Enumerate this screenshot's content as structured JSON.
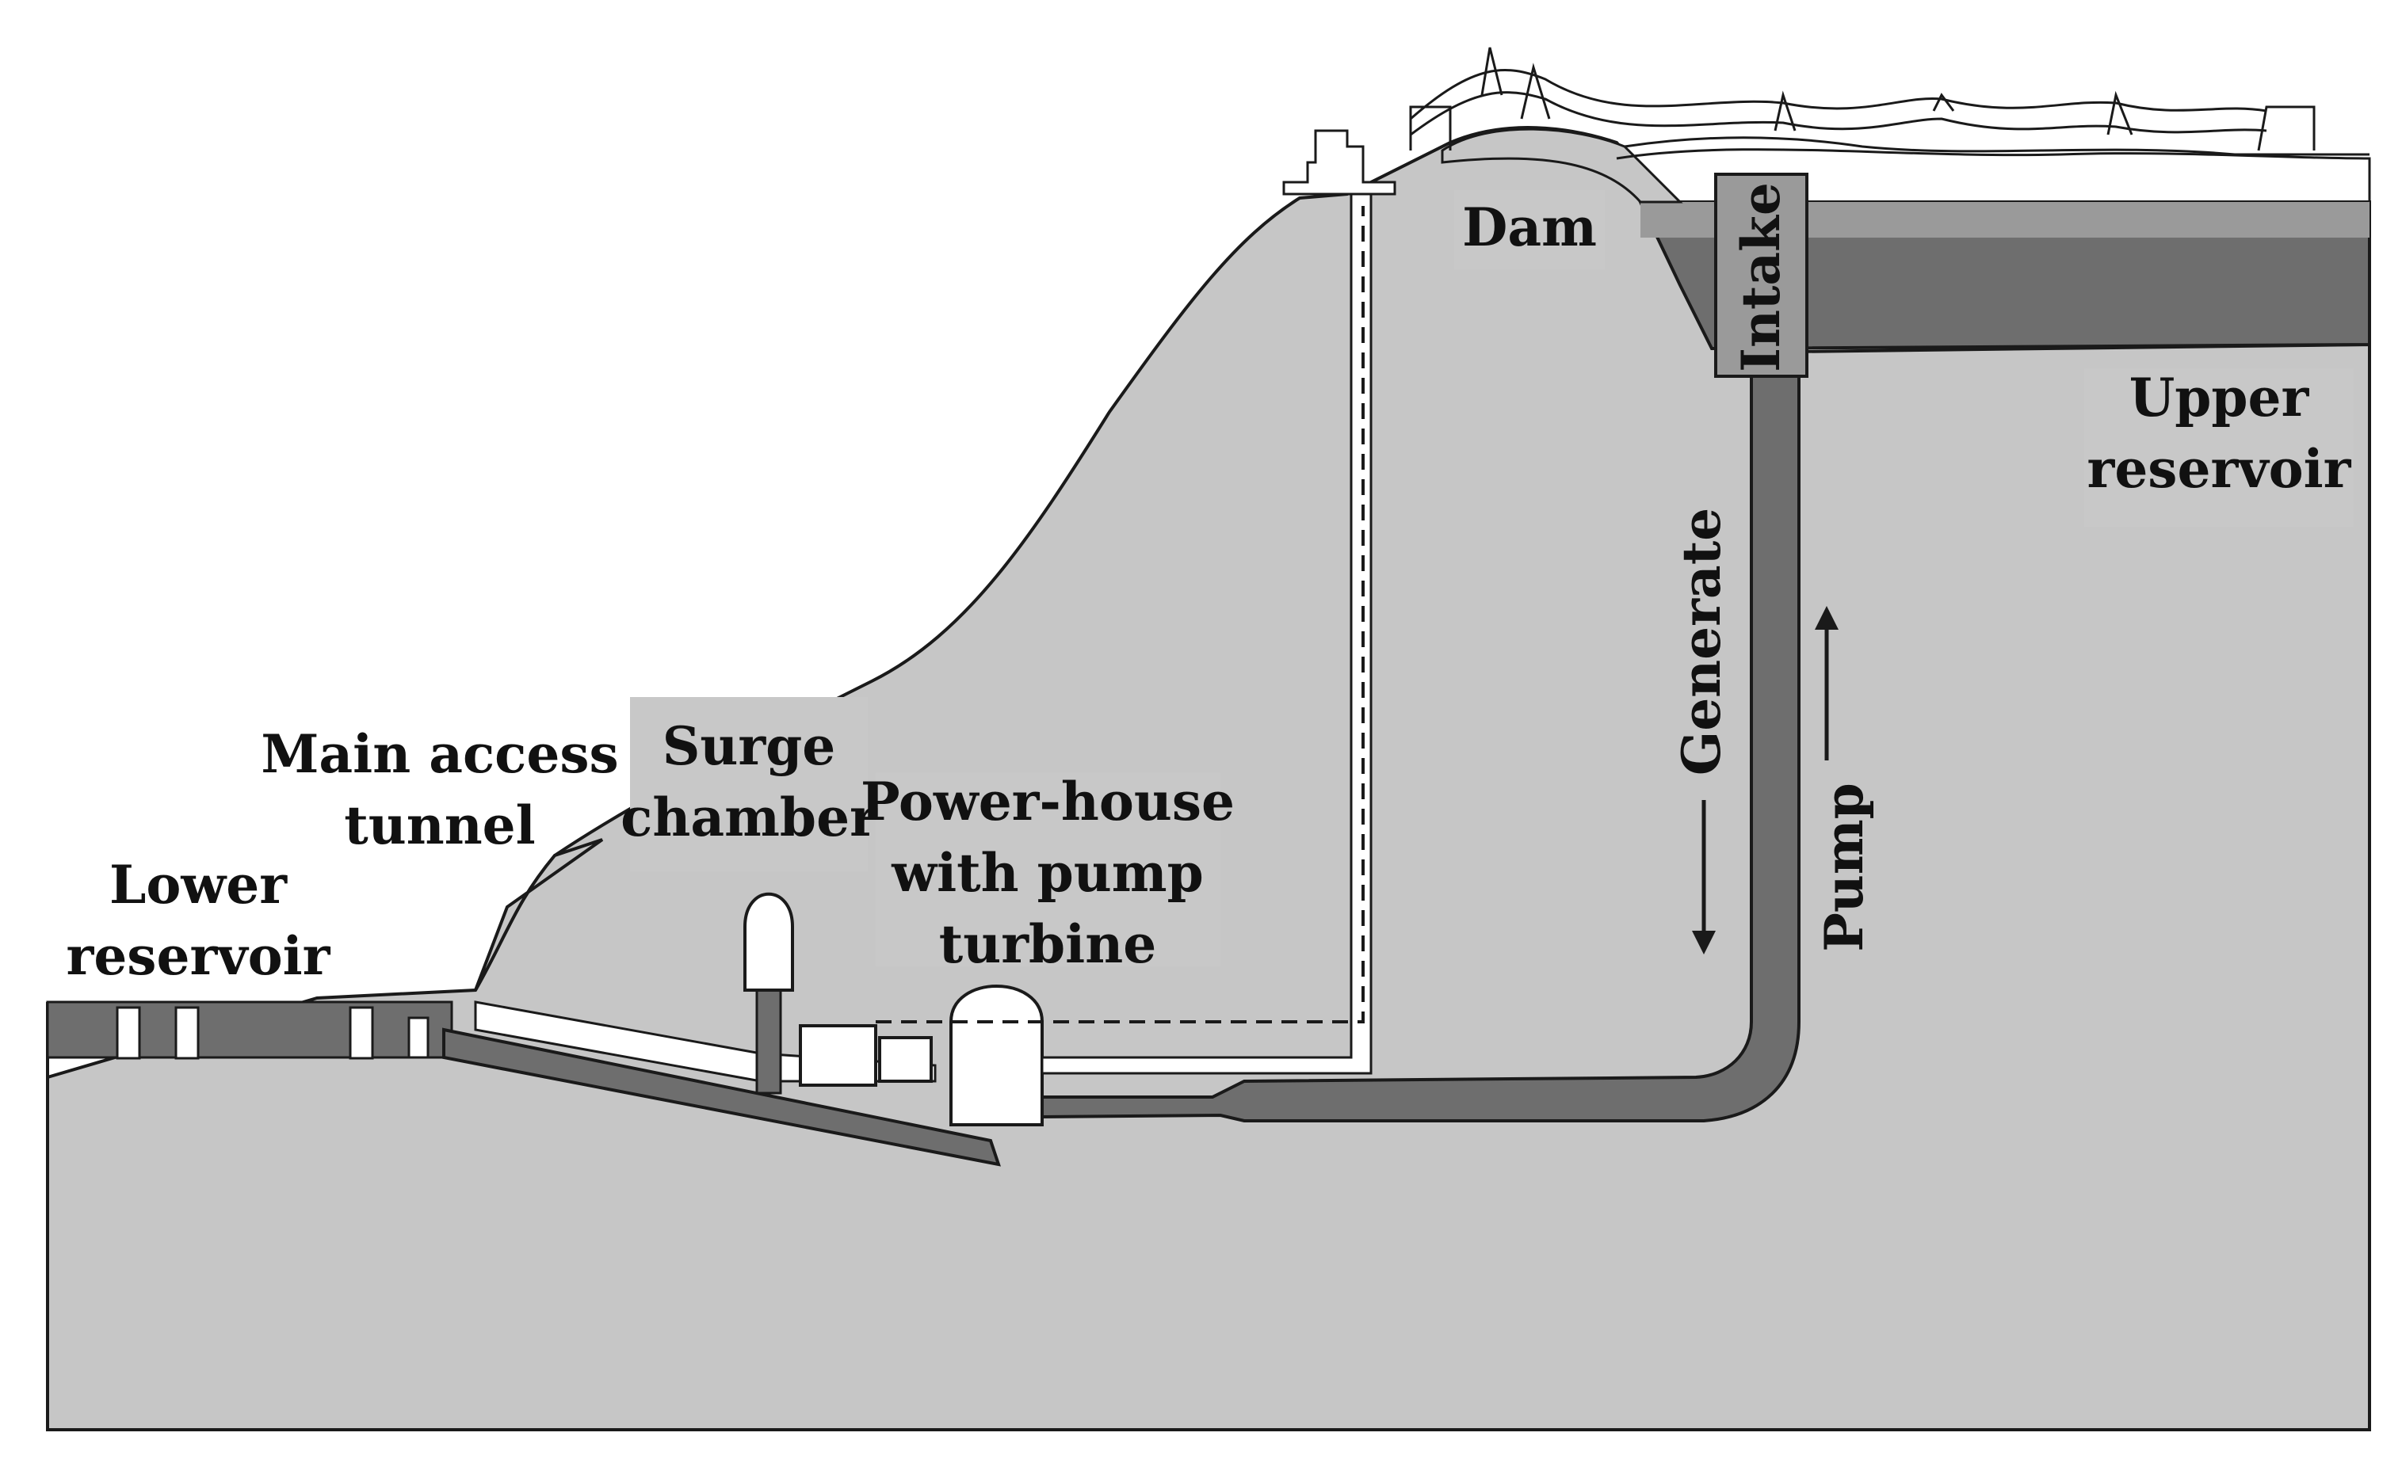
{
  "diagram": {
    "labels": {
      "lower_reservoir": [
        "Lower",
        "reservoir"
      ],
      "main_access_tunnel": [
        "Main access",
        "tunnel"
      ],
      "surge_chamber": [
        "Surge",
        "chamber"
      ],
      "power_house": [
        "Power-house",
        "with pump",
        "turbine"
      ],
      "dam": "Dam",
      "intake": "Intake",
      "upper_reservoir": [
        "Upper",
        "reservoir"
      ],
      "generate": "Generate",
      "pump": "Pump"
    },
    "flow_directions": {
      "generate": "down",
      "pump": "up"
    },
    "colors": {
      "rock": "#c6c6c6",
      "water": "#6e6e6e",
      "water_light": "#9a9a9a",
      "tunnel": "#ffffff",
      "outline": "#1a1a1a"
    }
  }
}
